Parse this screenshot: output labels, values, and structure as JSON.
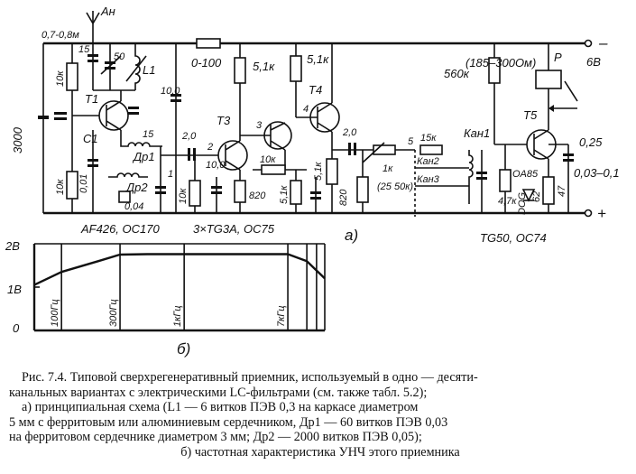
{
  "schematic": {
    "antenna": "Ан",
    "antenna_cap": "0,7-0,8м",
    "r_10k_top": "10к",
    "r_10k_bot": "10к",
    "c_3000": "3000",
    "c_15_top": "15",
    "c_50": "50",
    "l1": "L1",
    "t1": "T1",
    "c_15_mid": "15",
    "c1": "C1",
    "c1_val": "0,01",
    "dr1": "Др1",
    "dr2": "Др2",
    "c_004": "0,04",
    "t1_type": "AF426, OC170",
    "r_0_100": "0-100",
    "c_10": "10,0",
    "c_2_left": "2,0",
    "node2": "2",
    "node1": "1",
    "r_10k_t3": "10к",
    "c_10_t3": "10,0",
    "t3": "T3",
    "node3": "3",
    "r_51k_a": "5,1к",
    "r_51k_b": "5,1к",
    "t4": "T4",
    "node4": "4",
    "r_10k_mid": "10к",
    "r_820_a": "820",
    "r_51k_c": "5,1к",
    "r_51k_d": "5,1к",
    "r_820_b": "820",
    "c_2_right": "2,0",
    "t3_type": "3×TG3A, OC75",
    "node5": "5",
    "r_15k": "15к",
    "r_1k": "1к",
    "r_25_50k": "(25  50к)",
    "kan1": "Кан1",
    "kan2": "Кан2",
    "kan3": "Кан3",
    "r_560k": "560к",
    "r_185": "(185–300Ом)",
    "relay": "P",
    "v6": "6В",
    "t5": "T5",
    "c_025": "0,25",
    "c_003": "0,03–0,1",
    "diode": "OA85",
    "r_47k": "4,7к",
    "r_62": "62",
    "c_47": "47",
    "dog": "DOG",
    "minus": "–",
    "plus": "+",
    "t5_type": "TG50, OC74",
    "panel_a": "а)"
  },
  "chart": {
    "y_ticks": [
      "2В",
      "1В",
      "0"
    ],
    "x_ticks": [
      "100Гц",
      "300Гц",
      "1кГц",
      "7кГц"
    ],
    "panel_b": "б)"
  },
  "chart_data": {
    "type": "line",
    "title": "",
    "xlabel": "",
    "ylabel": "",
    "x_scale": "log",
    "x": [
      60,
      100,
      200,
      300,
      500,
      1000,
      3000,
      7000,
      10000,
      14000
    ],
    "series": [
      {
        "values": [
          1.05,
          1.35,
          1.6,
          1.75,
          1.76,
          1.76,
          1.76,
          1.76,
          1.6,
          1.2
        ]
      }
    ],
    "ylim": [
      0,
      2
    ]
  },
  "caption": {
    "line1": "Рис. 7.4. Типовой сверхрегенеративный приемник, используемый в одно — десяти-",
    "line2": "канальных вариантах с электрическими LC-фильтрами (см. также табл. 5.2);",
    "line3": "а) принципиальная схема (L1 — 6 витков ПЭВ 0,3 на каркасе диаметром",
    "line4": "5 мм с ферритовым или алюминиевым сердечником, Др1 — 60 витков ПЭВ 0,03",
    "line5": "на ферритовом сердечнике диаметром 3 мм; Др2 — 2000 витков ПЭВ 0,05);",
    "line6": "б) частотная характеристика УНЧ этого приемника"
  }
}
